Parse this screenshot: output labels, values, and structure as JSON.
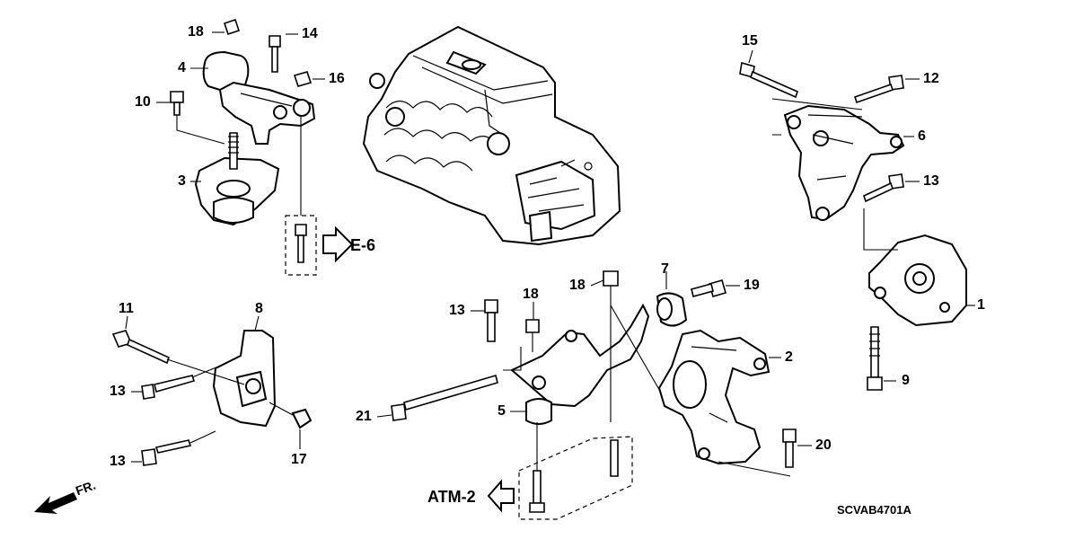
{
  "callouts": [
    {
      "id": "c1",
      "text": "1"
    },
    {
      "id": "c2",
      "text": "2"
    },
    {
      "id": "c3",
      "text": "3"
    },
    {
      "id": "c4",
      "text": "4"
    },
    {
      "id": "c5",
      "text": "5"
    },
    {
      "id": "c6",
      "text": "6"
    },
    {
      "id": "c7",
      "text": "7"
    },
    {
      "id": "c8",
      "text": "8"
    },
    {
      "id": "c9",
      "text": "9"
    },
    {
      "id": "c10",
      "text": "10"
    },
    {
      "id": "c11",
      "text": "11"
    },
    {
      "id": "c12",
      "text": "12"
    },
    {
      "id": "c13a",
      "text": "13"
    },
    {
      "id": "c13b",
      "text": "13"
    },
    {
      "id": "c13c",
      "text": "13"
    },
    {
      "id": "c13d",
      "text": "13"
    },
    {
      "id": "c14",
      "text": "14"
    },
    {
      "id": "c15",
      "text": "15"
    },
    {
      "id": "c16",
      "text": "16"
    },
    {
      "id": "c17",
      "text": "17"
    },
    {
      "id": "c18a",
      "text": "18"
    },
    {
      "id": "c18b",
      "text": "18"
    },
    {
      "id": "c18c",
      "text": "18"
    },
    {
      "id": "c19",
      "text": "19"
    },
    {
      "id": "c20",
      "text": "20"
    },
    {
      "id": "c21",
      "text": "21"
    }
  ],
  "references": {
    "e6": "E-6",
    "atm2": "ATM-2"
  },
  "front_indicator": "FR.",
  "diagram_code": "SCVAB4701A"
}
